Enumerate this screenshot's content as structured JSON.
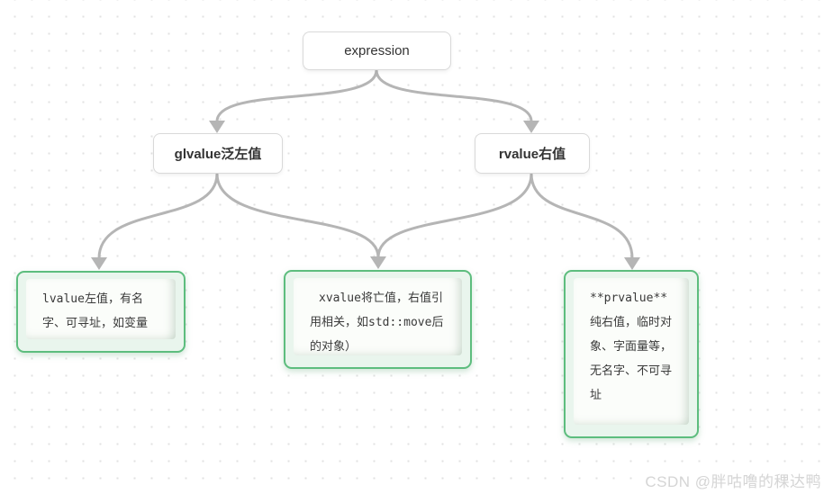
{
  "nodes": {
    "expression": {
      "label": "expression"
    },
    "glvalue": {
      "label": "glvalue泛左值"
    },
    "rvalue": {
      "label": "rvalue右值"
    },
    "lvalue": {
      "text": "lvalue左值，有名字、可寻址，如变量"
    },
    "xvalue": {
      "text": "xvalue将亡值，右值引用相关，如std::move后的对象）"
    },
    "prvalue": {
      "text": "**prvalue**纯右值，临时对象、字面量等，无名字、不可寻址"
    }
  },
  "watermark": {
    "text": "CSDN @胖咕噜的稞达鸭"
  },
  "colors": {
    "edge": "#b5b5b5",
    "node_border": "#d9d9d9",
    "node_bg": "#ffffff",
    "node_text": "#333333",
    "leaf_border": "#5dbd7e",
    "leaf_bg": "#e9f5ed",
    "leaf_inner_bg": "#fbfdfa",
    "grid_dot": "#e2e2e2",
    "watermark": "#d5d5d5"
  }
}
